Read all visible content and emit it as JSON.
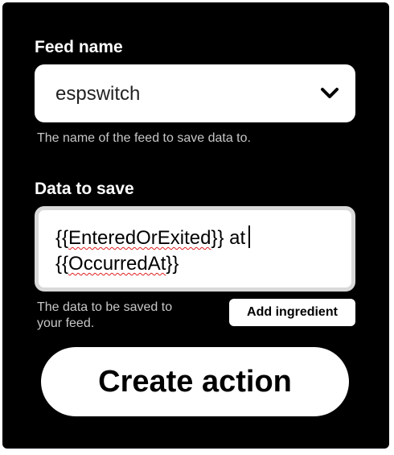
{
  "feed": {
    "label": "Feed name",
    "selected_value": "espswitch",
    "chevron_icon": "chevron-down-icon",
    "helper": "The name of the feed to save data to."
  },
  "data_field": {
    "label": "Data to save",
    "line1_open": "{{",
    "line1_ingredient": "EnteredOrExited",
    "line1_close": "}} at",
    "line2_open": "{{",
    "line2_ingredient": "OccurredAt",
    "line2_close": "}}",
    "helper_line1": "The data to be saved to",
    "helper_line2": "your feed.",
    "add_ingredient_label": "Add ingredient"
  },
  "actions": {
    "create_label": "Create action"
  },
  "colors": {
    "panel_background": "#000000",
    "control_background": "#ffffff",
    "helper_text": "#c7c7c7",
    "spellcheck_underline": "#e02020"
  }
}
